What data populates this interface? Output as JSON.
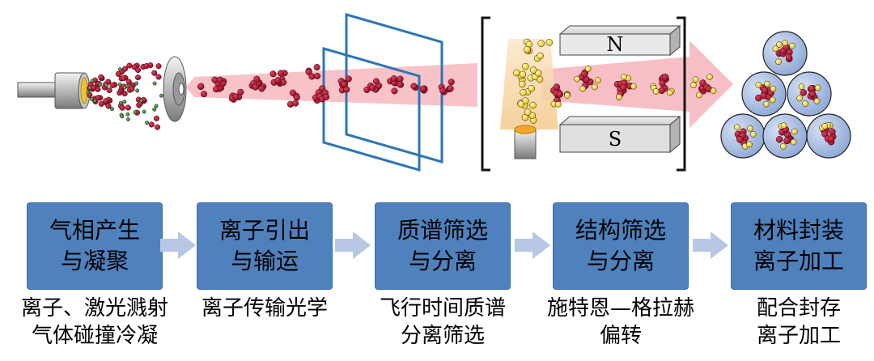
{
  "magnet": {
    "north_label": "N",
    "south_label": "S"
  },
  "stages": [
    {
      "box_lines": [
        "气相产生",
        "与凝聚"
      ],
      "desc_lines": [
        "离子、激光溅射",
        "气体碰撞冷凝"
      ]
    },
    {
      "box_lines": [
        "离子引出",
        "与输运"
      ],
      "desc_lines": [
        "离子传输光学"
      ]
    },
    {
      "box_lines": [
        "质谱筛选",
        "与分离"
      ],
      "desc_lines": [
        "飞行时间质谱",
        "分离筛选"
      ]
    },
    {
      "box_lines": [
        "结构筛选",
        "与分离"
      ],
      "desc_lines": [
        "施特恩—格拉赫",
        "偏转"
      ]
    },
    {
      "box_lines": [
        "材料封装",
        "离子加工"
      ],
      "desc_lines": [
        "配合封存",
        "离子加工"
      ]
    }
  ],
  "colors": {
    "stage_box": "#4f81bd",
    "flow_arrow": "#b8c8e4",
    "beam": "#f6b8bf",
    "cluster": "#b0132f",
    "deflector_cluster_core": "#9a0f28",
    "shell_atom": "#f5ea3a",
    "plate_frame": "#2e75b6",
    "green_atom": "#2e8b3a",
    "nanoparticle_shell": "#a8bde0"
  },
  "icons": [
    "nozzle-icon",
    "skimmer-icon",
    "extraction-plate-icon",
    "magnet-icon",
    "oven-icon",
    "flow-arrow-icon"
  ]
}
